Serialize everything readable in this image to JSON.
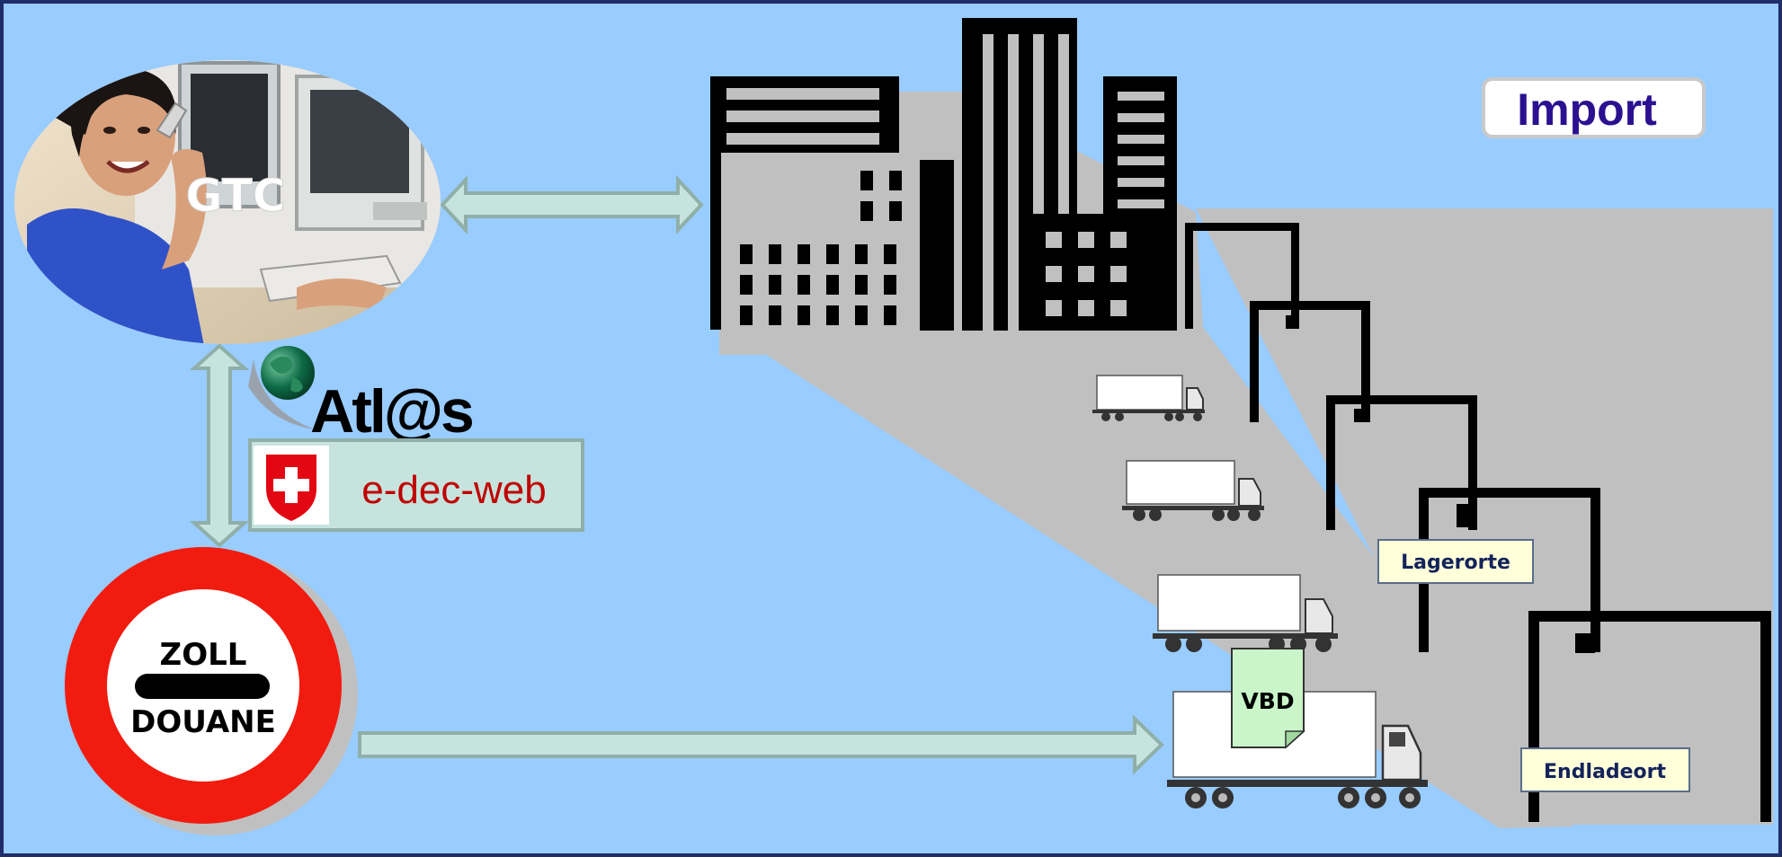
{
  "badge": {
    "text": "Import"
  },
  "person": {
    "label": "GTC"
  },
  "atlas": {
    "logo_text": "Atl@s"
  },
  "edec": {
    "text": "e-dec-web"
  },
  "customs_sign": {
    "top": "ZOLL",
    "bottom": "DOUANE"
  },
  "document": {
    "text": "VBD"
  },
  "labels": {
    "storage": "Lagerorte",
    "destination": "Endladeort"
  },
  "colors": {
    "background": "#99CCFF",
    "border": "#1F2D6B",
    "arrow_fill": "#C6E4DD",
    "arrow_stroke": "#8FAFA8",
    "badge_text": "#2B1190",
    "edec_text": "#C00000",
    "sign_red": "#F21B0F",
    "label_fill": "#FFFFD9",
    "label_text": "#13235B",
    "doc_fill": "#C9F5C9"
  }
}
